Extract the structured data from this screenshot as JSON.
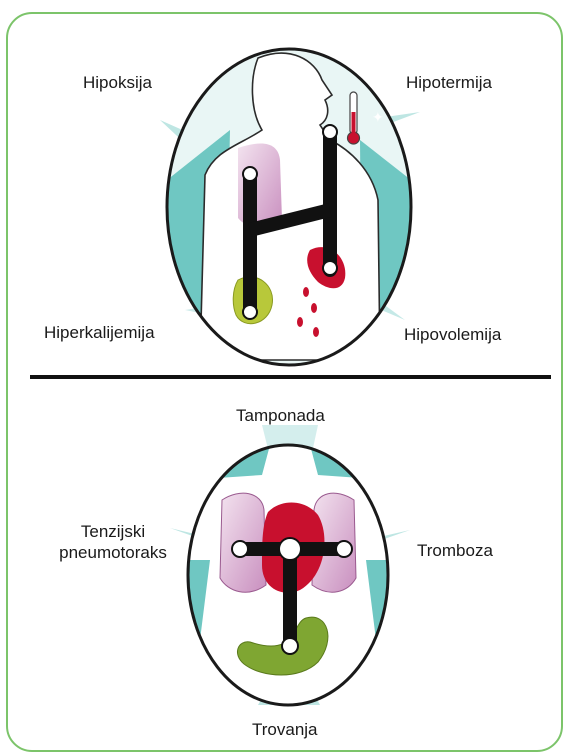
{
  "top_diagram": {
    "labels": {
      "hypoxia": "Hipoksija",
      "hypothermia": "Hipotermija",
      "hyperkalemia": "Hiperkalijemija",
      "hypovolemia": "Hipovolemija"
    }
  },
  "bottom_diagram": {
    "labels": {
      "tamponade": "Tamponada",
      "tension_pneumothorax_line1": "Tenzijski",
      "tension_pneumothorax_line2": "pneumotoraks",
      "thrombosis": "Tromboza",
      "toxins": "Trovanja"
    }
  },
  "colors": {
    "frame_border": "#7cc46a",
    "teal": "#6fc7c2",
    "teal_light": "#d6efee",
    "lung_pink": "#d9a6cf",
    "heart_red": "#c8102e",
    "stomach_green": "#8fb33a",
    "connector": "#111111"
  }
}
